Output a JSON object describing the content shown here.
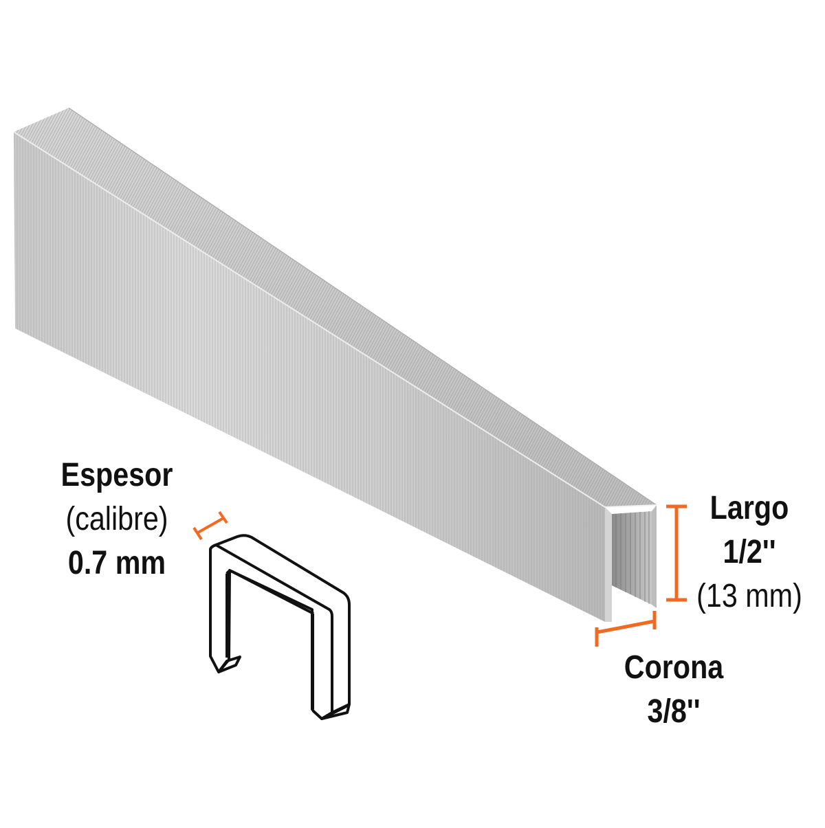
{
  "image": {
    "subject": "strip of staples",
    "background_color": "#ffffff",
    "accent_color": "#f26a21",
    "text_color": "#111111",
    "metal_colors": [
      "#d9d9d9",
      "#c4c4c4",
      "#a8a8a8",
      "#8c8c8c"
    ]
  },
  "labels": {
    "espesor": {
      "line1": "Espesor",
      "line2": "(calibre)",
      "line3": "0.7 mm"
    },
    "largo": {
      "line1": "Largo",
      "line2": "1/2''",
      "line3": "(13 mm)"
    },
    "corona": {
      "line1": "Corona",
      "line2": "3/8''"
    }
  },
  "icons": {
    "thickness_marker": "orange-dimension-bar",
    "length_marker": "orange-dimension-bar",
    "crown_marker": "orange-dimension-bar",
    "single_staple": "line-drawing-staple"
  }
}
